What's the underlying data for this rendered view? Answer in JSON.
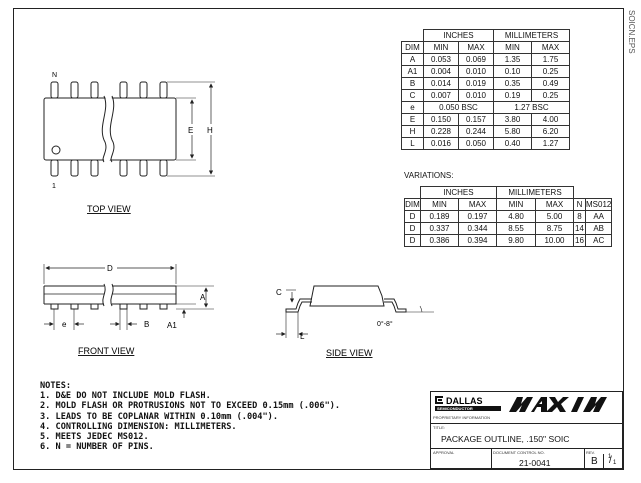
{
  "side_tag": "SOICN.EPS",
  "dim_table": {
    "group_inches": "INCHES",
    "group_mm": "MILLIMETERS",
    "headers": [
      "DIM",
      "MIN",
      "MAX",
      "MIN",
      "MAX"
    ],
    "rows": [
      {
        "dim": "A",
        "in_min": "0.053",
        "in_max": "0.069",
        "mm_min": "1.35",
        "mm_max": "1.75"
      },
      {
        "dim": "A1",
        "in_min": "0.004",
        "in_max": "0.010",
        "mm_min": "0.10",
        "mm_max": "0.25"
      },
      {
        "dim": "B",
        "in_min": "0.014",
        "in_max": "0.019",
        "mm_min": "0.35",
        "mm_max": "0.49"
      },
      {
        "dim": "C",
        "in_min": "0.007",
        "in_max": "0.010",
        "mm_min": "0.19",
        "mm_max": "0.25"
      },
      {
        "dim": "E",
        "in_min": "0.150",
        "in_max": "0.157",
        "mm_min": "3.80",
        "mm_max": "4.00"
      },
      {
        "dim": "H",
        "in_min": "0.228",
        "in_max": "0.244",
        "mm_min": "5.80",
        "mm_max": "6.20"
      },
      {
        "dim": "L",
        "in_min": "0.016",
        "in_max": "0.050",
        "mm_min": "0.40",
        "mm_max": "1.27"
      }
    ],
    "row_e": {
      "dim": "e",
      "inches": "0.050 BSC",
      "mm": "1.27 BSC"
    }
  },
  "variations": {
    "label": "VARIATIONS:",
    "group_inches": "INCHES",
    "group_mm": "MILLIMETERS",
    "headers": [
      "DIM",
      "MIN",
      "MAX",
      "MIN",
      "MAX",
      "N",
      "MS012"
    ],
    "rows": [
      {
        "dim": "D",
        "in_min": "0.189",
        "in_max": "0.197",
        "mm_min": "4.80",
        "mm_max": "5.00",
        "n": "8",
        "ms": "AA"
      },
      {
        "dim": "D",
        "in_min": "0.337",
        "in_max": "0.344",
        "mm_min": "8.55",
        "mm_max": "8.75",
        "n": "14",
        "ms": "AB"
      },
      {
        "dim": "D",
        "in_min": "0.386",
        "in_max": "0.394",
        "mm_min": "9.80",
        "mm_max": "10.00",
        "n": "16",
        "ms": "AC"
      }
    ]
  },
  "top_view": {
    "label": "TOP VIEW",
    "pin_n": "N",
    "pin_1": "1",
    "dim_e": "E",
    "dim_h": "H"
  },
  "front_view": {
    "label": "FRONT VIEW",
    "dim_d": "D",
    "dim_a": "A",
    "dim_e": "e",
    "dim_b": "B",
    "dim_a1": "A1"
  },
  "side_view": {
    "label": "SIDE VIEW",
    "dim_c": "C",
    "dim_l": "L",
    "angle": "0°-8°"
  },
  "notes": {
    "title": "NOTES:",
    "items": [
      "1. D&E DO NOT INCLUDE MOLD FLASH.",
      "2. MOLD FLASH OR PROTRUSIONS NOT TO EXCEED 0.15mm (.006\").",
      "3. LEADS TO BE COPLANAR WITHIN 0.10mm (.004\").",
      "4. CONTROLLING DIMENSION: MILLIMETERS.",
      "5. MEETS JEDEC MS012.",
      "6. N = NUMBER OF PINS."
    ]
  },
  "title_block": {
    "logo_dallas": "DALLAS",
    "logo_semiconductor": "SEMICONDUCTOR",
    "logo_maxim": "MAXIM",
    "proprietary": "PROPRIETARY INFORMATION",
    "title_caption": "TITLE:",
    "title": "PACKAGE OUTLINE, .150\" SOIC",
    "approval_caption": "APPROVAL",
    "doc_caption": "DOCUMENT CONTROL NO.",
    "rev_caption": "REV.",
    "doc_no": "21-0041",
    "rev": "B",
    "page_num": "1",
    "page_den": "1"
  }
}
